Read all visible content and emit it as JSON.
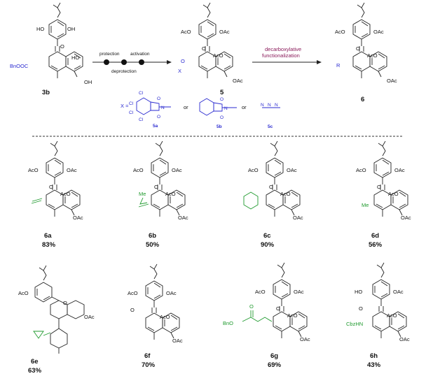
{
  "scheme": {
    "arrow1": {
      "top": "protection",
      "top_right": "activation",
      "bottom": "deprotection"
    },
    "arrow2": {
      "line1": "decarboxylative",
      "line2": "functionalization"
    },
    "x_eq": "X =",
    "or1": "or",
    "or2": "or",
    "x_labels": [
      "5a",
      "5b",
      "5c"
    ]
  },
  "compounds": [
    {
      "id": "3b"
    },
    {
      "id": "5"
    },
    {
      "id": "6"
    }
  ],
  "products": [
    {
      "id": "6a",
      "yield": "83%"
    },
    {
      "id": "6b",
      "yield": "50%"
    },
    {
      "id": "6c",
      "yield": "90%"
    },
    {
      "id": "6d",
      "yield": "56%"
    },
    {
      "id": "6e",
      "yield": "63%"
    },
    {
      "id": "6f",
      "yield": "70%"
    },
    {
      "id": "6g",
      "yield": "69%"
    },
    {
      "id": "6h",
      "yield": "43%"
    }
  ],
  "atoms": {
    "HO": "HO",
    "OH": "OH",
    "OAc": "OAc",
    "AcO": "AcO",
    "BnOOC": "BnOOC",
    "O": "O",
    "X": "X",
    "N": "N",
    "Cl": "Cl",
    "Me": "Me",
    "R": "R",
    "BnO": "BnO",
    "CbzHN": "CbzHN"
  },
  "colors": {
    "blue": "#2a2ad0",
    "green": "#1f9a2e",
    "purple": "#8a1a5a"
  }
}
